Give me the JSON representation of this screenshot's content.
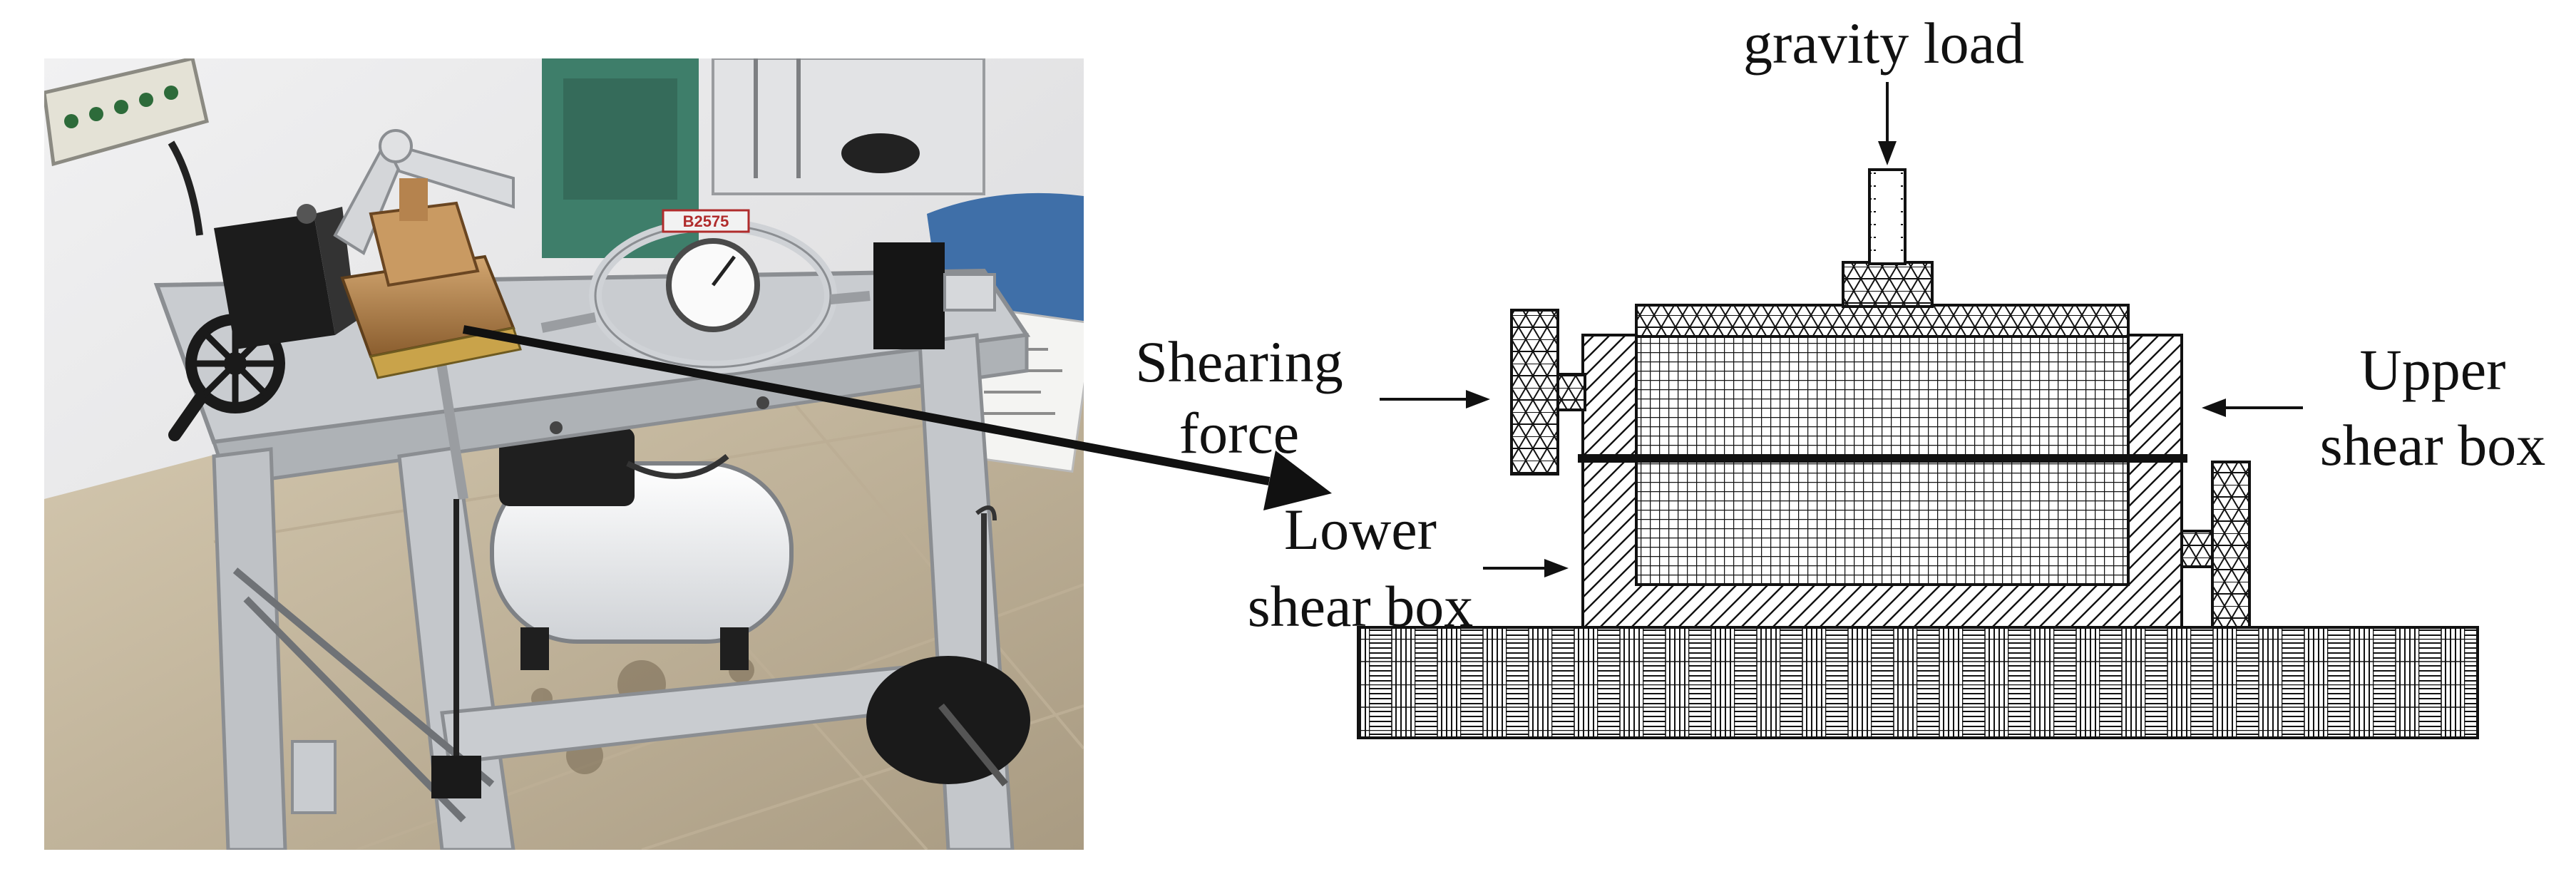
{
  "labels": {
    "gravity_load": "gravity load",
    "shearing_force_1": "Shearing",
    "shearing_force_2": "force",
    "upper_shear_box_1": "Upper",
    "upper_shear_box_2": "shear box",
    "lower_shear_box_1": "Lower",
    "lower_shear_box_2": "shear box"
  },
  "photo": {
    "gauge_tag_text": "B2575"
  },
  "colors": {
    "line": "#111111",
    "background": "#ffffff",
    "machine_frame": "#c9ccd0",
    "brass_box": "#b08049",
    "wall": "#e9e9ea",
    "floor": "#cdbfa5",
    "cabinet_green": "#3e7e6a",
    "chair_blue": "#3f6fa8"
  }
}
